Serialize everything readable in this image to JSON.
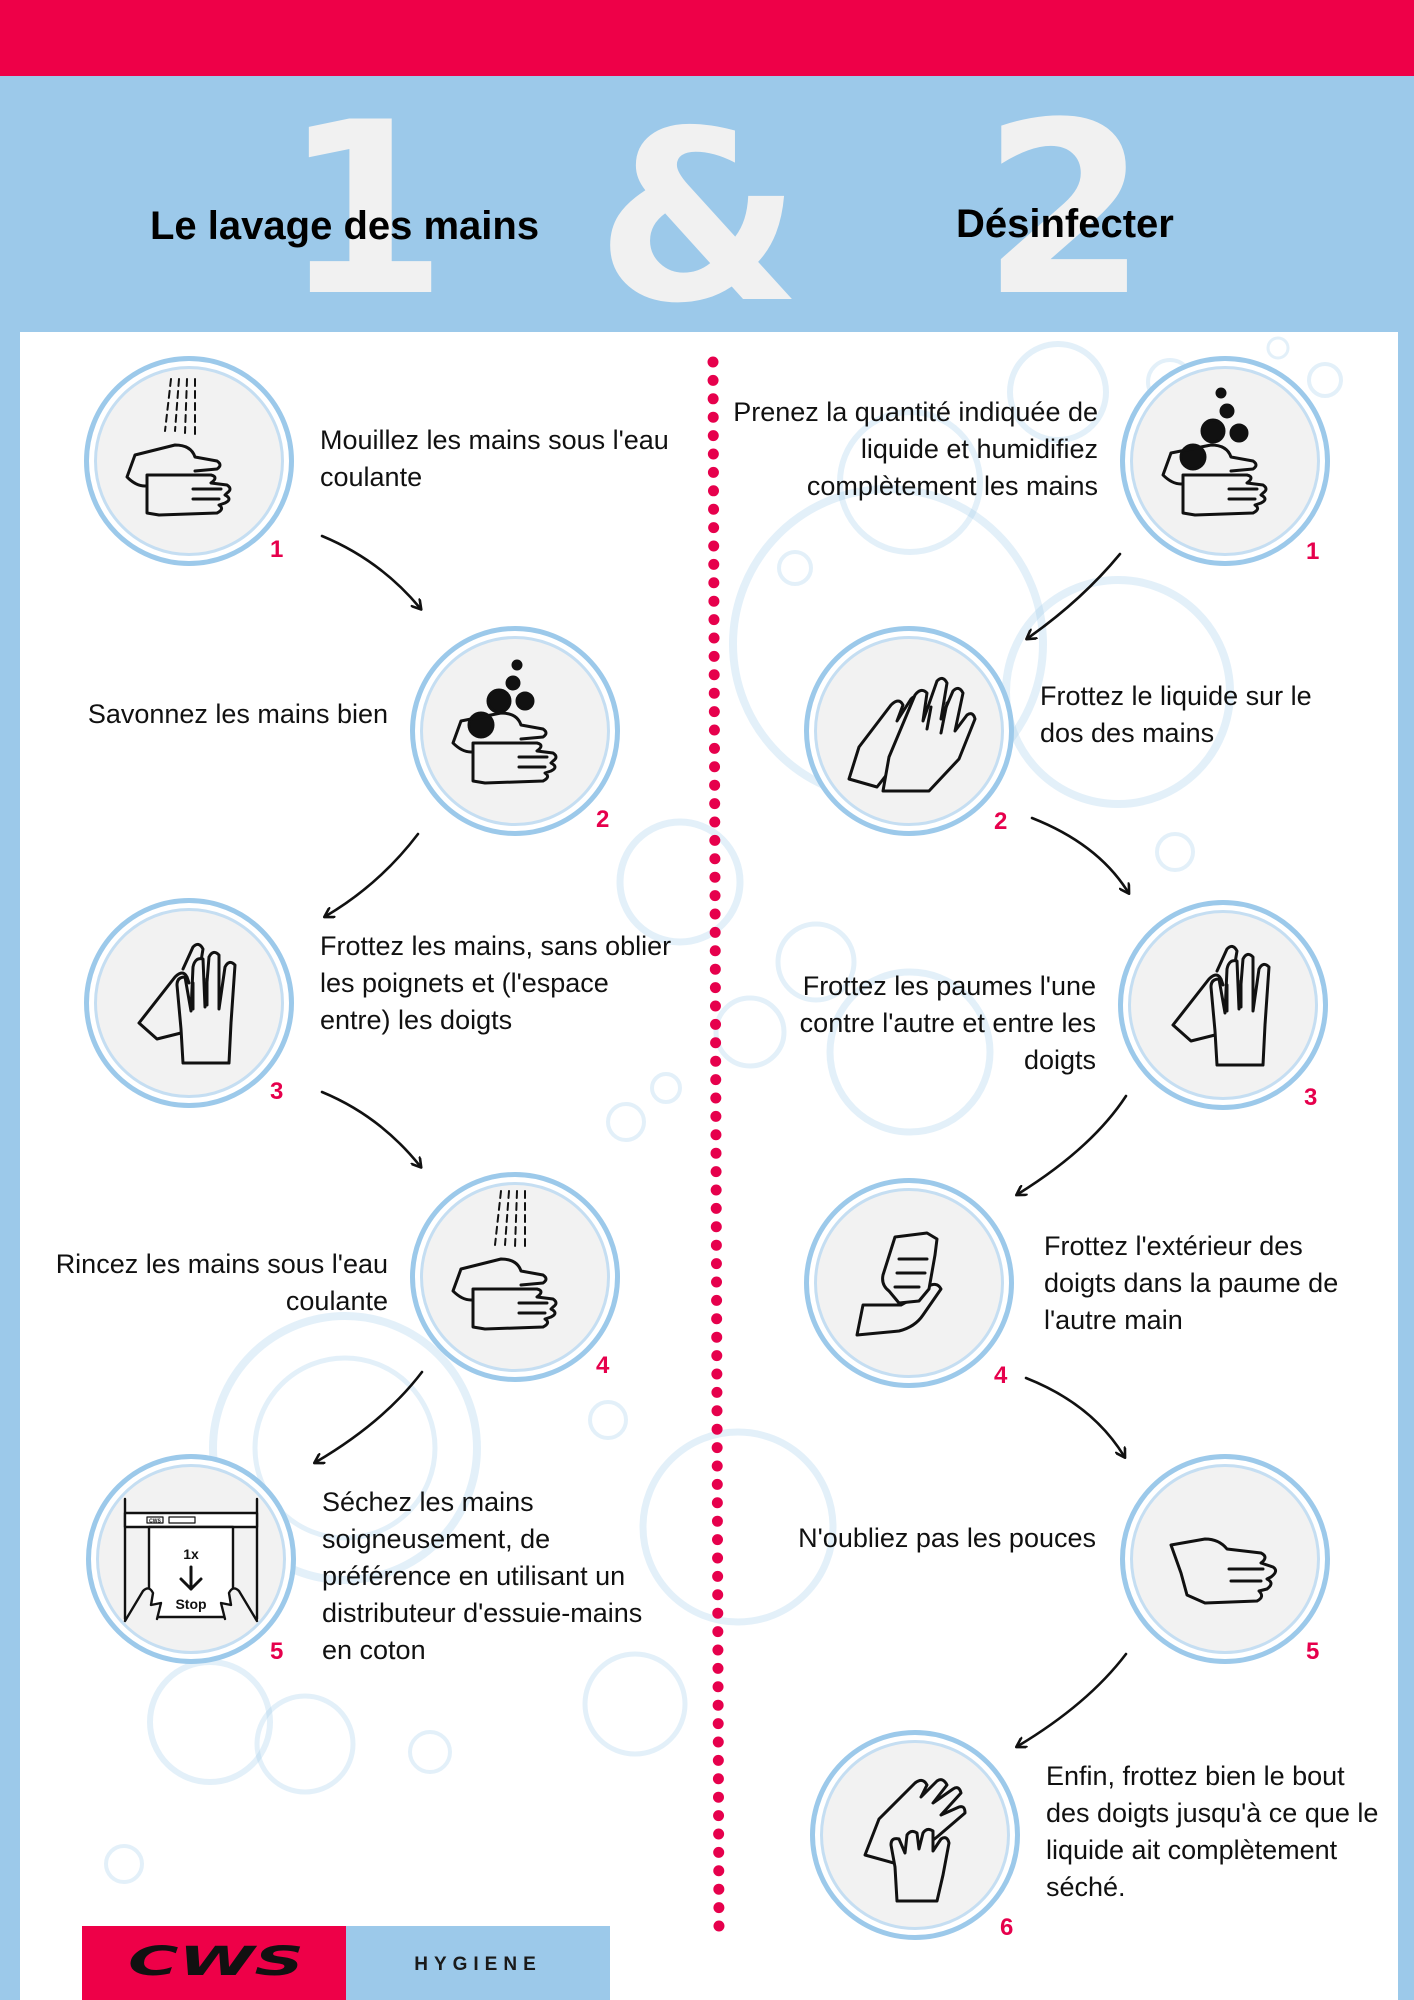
{
  "header": {
    "big_one": "1",
    "big_amp": "&",
    "big_two": "2",
    "title_left": "Le lavage des mains",
    "title_right": "Désinfecter"
  },
  "colors": {
    "brand_red": "#ee0048",
    "sky_blue": "#9cc9ea",
    "step_number": "#e6004c"
  },
  "wash_steps": [
    {
      "num": "1",
      "text": "Mouillez les mains sous l'eau coulante",
      "icon": "water-hands-icon"
    },
    {
      "num": "2",
      "text": "Savonnez les mains bien",
      "icon": "soap-hands-icon"
    },
    {
      "num": "3",
      "text": "Frottez les mains, sans oblier les poignets et (l'espace entre) les doigts",
      "icon": "rub-palms-icon"
    },
    {
      "num": "4",
      "text": "Rincez les mains sous l'eau coulante",
      "icon": "rinse-hands-icon"
    },
    {
      "num": "5",
      "text": "Séchez les mains soigneusement, de préférence en utilisant un distributeur d'essuie-mains en coton",
      "icon": "towel-dispenser-icon"
    }
  ],
  "dispenser": {
    "brand": "CWS",
    "count": "1x",
    "stop": "Stop"
  },
  "disinfect_steps": [
    {
      "num": "1",
      "text": "Prenez la quantité indiquée de liquide et humidifiez complètement les mains",
      "icon": "liquid-hands-icon"
    },
    {
      "num": "2",
      "text": "Frottez le liquide sur le dos des mains",
      "icon": "back-of-hands-icon"
    },
    {
      "num": "3",
      "text": "Frottez les paumes l'une contre l'autre et entre les doigts",
      "icon": "rub-palms-icon"
    },
    {
      "num": "4",
      "text": "Frottez l'extérieur des doigts dans la paume de l'autre main",
      "icon": "fingers-in-palm-icon"
    },
    {
      "num": "5",
      "text": "N'oubliez pas les pouces",
      "icon": "thumb-icon"
    },
    {
      "num": "6",
      "text": "Enfin, frottez bien le bout des doigts jusqu'à ce que le liquide ait complètement séché.",
      "icon": "fingertips-icon"
    }
  ],
  "footer": {
    "logo": "CWS",
    "label": "HYGIENE"
  }
}
